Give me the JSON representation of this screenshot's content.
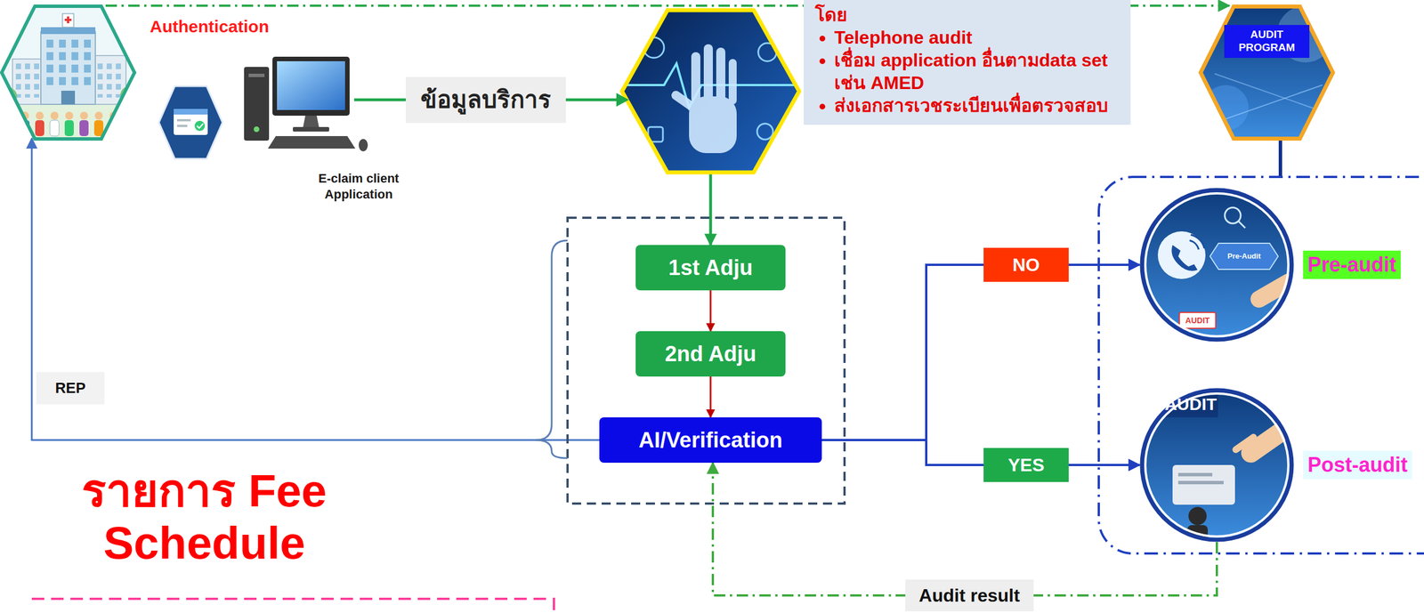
{
  "diagram": {
    "nodes": [
      {
        "text": [
          "Authentication"
        ]
      },
      {
        "text": [
          "E-claim client Application"
        ]
      },
      {
        "text": [
          "โดย",
          "Telephone audit",
          "เชื่อม application อื่นตามdata set เช่น AMED",
          "ส่งเอกสารเวชระเบียนเพื่อตรวจสอบ"
        ]
      },
      {
        "text": [
          "AUDIT PROGRAM"
        ]
      },
      {
        "text": [
          "1st Adju"
        ]
      },
      {
        "text": [
          "2nd Adju"
        ]
      },
      {
        "text": [
          "AI/Verification"
        ]
      },
      {
        "text": [
          "Pre-audit"
        ]
      },
      {
        "text": [
          "Post-audit"
        ]
      }
    ],
    "edges": [
      {
        "from": 0,
        "to": 3,
        "arrow": "to"
      },
      {
        "from": 1,
        "to": 4,
        "label": "ข้อมูลบริการ",
        "arrow": "to"
      },
      {
        "from": 4,
        "to": 5,
        "arrow": "to"
      },
      {
        "from": 5,
        "to": 6,
        "arrow": "to"
      },
      {
        "from": 6,
        "to": 7,
        "label": "NO",
        "arrow": "to"
      },
      {
        "from": 6,
        "to": 8,
        "label": "YES",
        "arrow": "to"
      },
      {
        "from": 6,
        "to": 0,
        "label": "REP",
        "arrow": "to"
      },
      {
        "from": 8,
        "to": 6,
        "label": "Audit result",
        "arrow": "to"
      }
    ],
    "labels": [
      "รายการ Fee Schedule",
      "Pre-Audit",
      "AUDIT",
      "AUDIT"
    ]
  }
}
